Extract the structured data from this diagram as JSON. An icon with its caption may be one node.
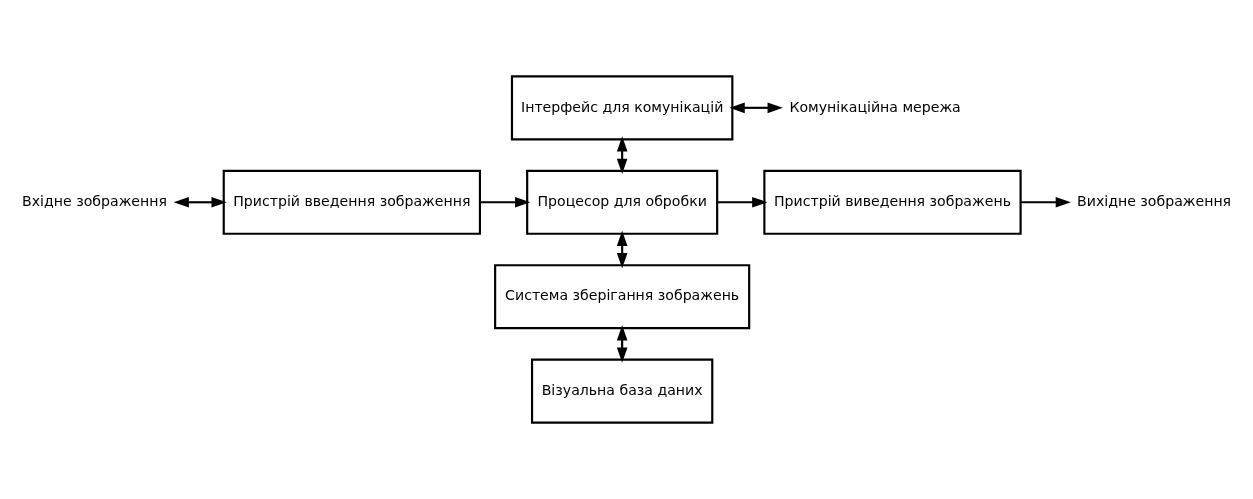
{
  "diagram": {
    "nodes": [
      {
        "text": [
          "Інтерфейс для комунікацій"
        ]
      },
      {
        "text": [
          "Комунікаційна мережа"
        ]
      },
      {
        "text": [
          "Вхідне зображення"
        ]
      },
      {
        "text": [
          "Пристрій введення зображення"
        ]
      },
      {
        "text": [
          "Процесор для обробки"
        ]
      },
      {
        "text": [
          "Пристрій виведення зображень"
        ]
      },
      {
        "text": [
          "Вихідне зображення"
        ]
      },
      {
        "text": [
          "Система зберігання зображень"
        ]
      },
      {
        "text": [
          "Візуальна база даних"
        ]
      }
    ],
    "edges": [
      {
        "from": 0,
        "to": 1,
        "arrow": "both"
      },
      {
        "from": 0,
        "to": 4,
        "arrow": "both"
      },
      {
        "from": 2,
        "to": 3,
        "arrow": "both"
      },
      {
        "from": 3,
        "to": 4,
        "arrow": "to"
      },
      {
        "from": 4,
        "to": 5,
        "arrow": "to"
      },
      {
        "from": 5,
        "to": 6,
        "arrow": "to"
      },
      {
        "from": 4,
        "to": 7,
        "arrow": "both"
      },
      {
        "from": 7,
        "to": 8,
        "arrow": "both"
      }
    ]
  }
}
